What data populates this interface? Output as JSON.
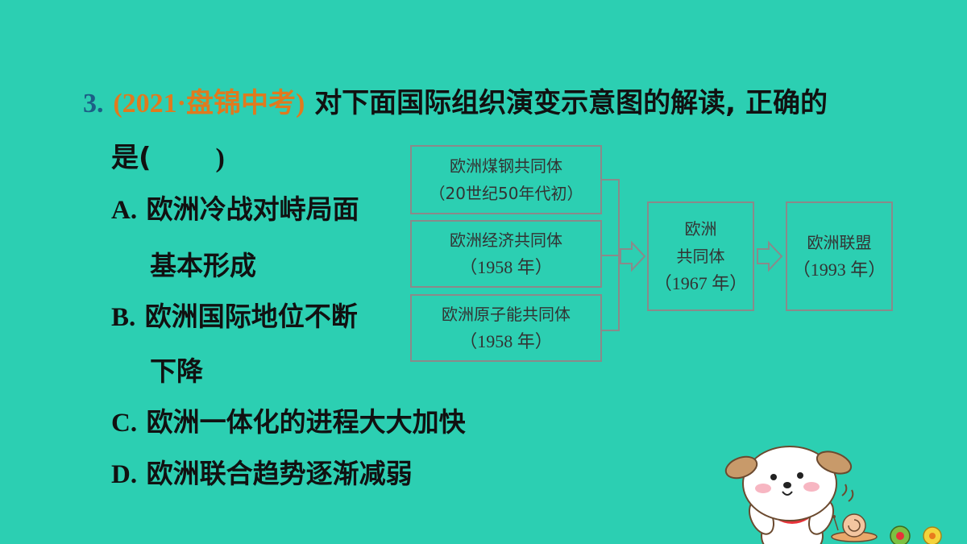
{
  "question": {
    "number": "3.",
    "source_open": "(2021·",
    "source_text": "盘锦中考",
    "source_close": ")",
    "stem_line1": "对下面国际组织演变示意图的解读, 正确的",
    "stem_line2": "是(",
    "stem_blank_close": ")"
  },
  "options": [
    {
      "letter": "A.",
      "line1": "欧洲冷战对峙局面",
      "line2": "基本形成"
    },
    {
      "letter": "B.",
      "line1": "欧洲国际地位不断",
      "line2": "下降"
    },
    {
      "letter": "C.",
      "line1": "欧洲一体化的进程大大加快",
      "line2": ""
    },
    {
      "letter": "D.",
      "line1": "欧洲联合趋势逐渐减弱",
      "line2": ""
    }
  ],
  "diagram": {
    "box1": {
      "name": "欧洲煤钢共同体",
      "date": "（20世纪50年代初）"
    },
    "box2": {
      "name": "欧洲经济共同体",
      "date": "（1958 年）"
    },
    "box3": {
      "name": "欧洲原子能共同体",
      "date": "（1958 年）"
    },
    "box4": {
      "name_line1": "欧洲",
      "name_line2": "共同体",
      "date": "（1967 年）"
    },
    "box5": {
      "name": "欧洲联盟",
      "date": "（1993 年）"
    }
  },
  "colors": {
    "background": "#2ccfb2",
    "question_number": "#1c5e86",
    "source_highlight": "#e07a1e",
    "box_border": "#8a8a8a"
  },
  "decoration": {
    "mascot": "cartoon-puppy-icon",
    "snail": "snail-icon"
  }
}
